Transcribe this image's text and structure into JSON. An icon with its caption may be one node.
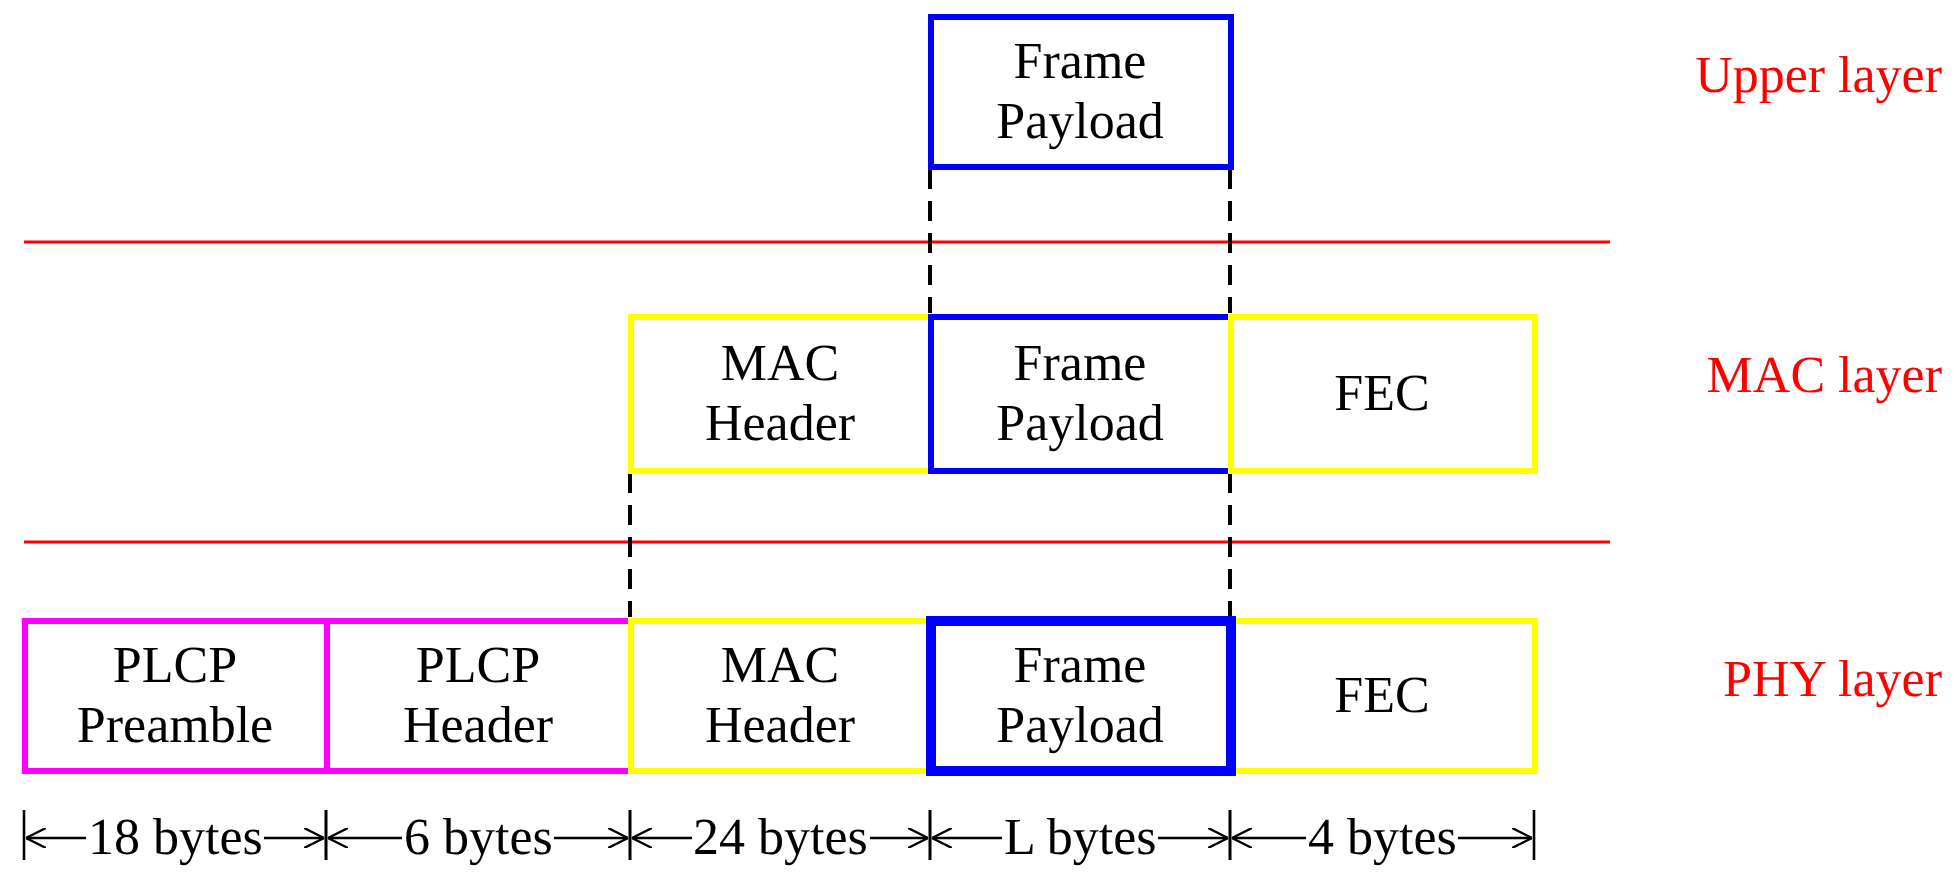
{
  "diagram": {
    "nodes": [
      {
        "text": [
          "Frame Payload"
        ]
      },
      {
        "text": [
          "MAC Header"
        ]
      },
      {
        "text": [
          "Frame Payload"
        ]
      },
      {
        "text": [
          "FEC"
        ]
      },
      {
        "text": [
          "PLCP Preamble"
        ]
      },
      {
        "text": [
          "PLCP Header"
        ]
      },
      {
        "text": [
          "MAC Header"
        ]
      },
      {
        "text": [
          "Frame Payload"
        ]
      },
      {
        "text": [
          "FEC"
        ]
      }
    ],
    "edges": [
      {
        "from": 0,
        "to": 2,
        "arrow": "none",
        "style": "dashed"
      },
      {
        "from": 0,
        "to": 2,
        "arrow": "none",
        "style": "dashed"
      },
      {
        "from": 1,
        "to": 6,
        "arrow": "none",
        "style": "dashed"
      },
      {
        "from": 3,
        "to": 8,
        "arrow": "none",
        "style": "dashed"
      }
    ],
    "labels": [
      "Upper layer",
      "MAC layer",
      "PHY layer",
      "18 bytes",
      "6 bytes",
      "24 bytes",
      "L bytes",
      "4 bytes"
    ]
  }
}
